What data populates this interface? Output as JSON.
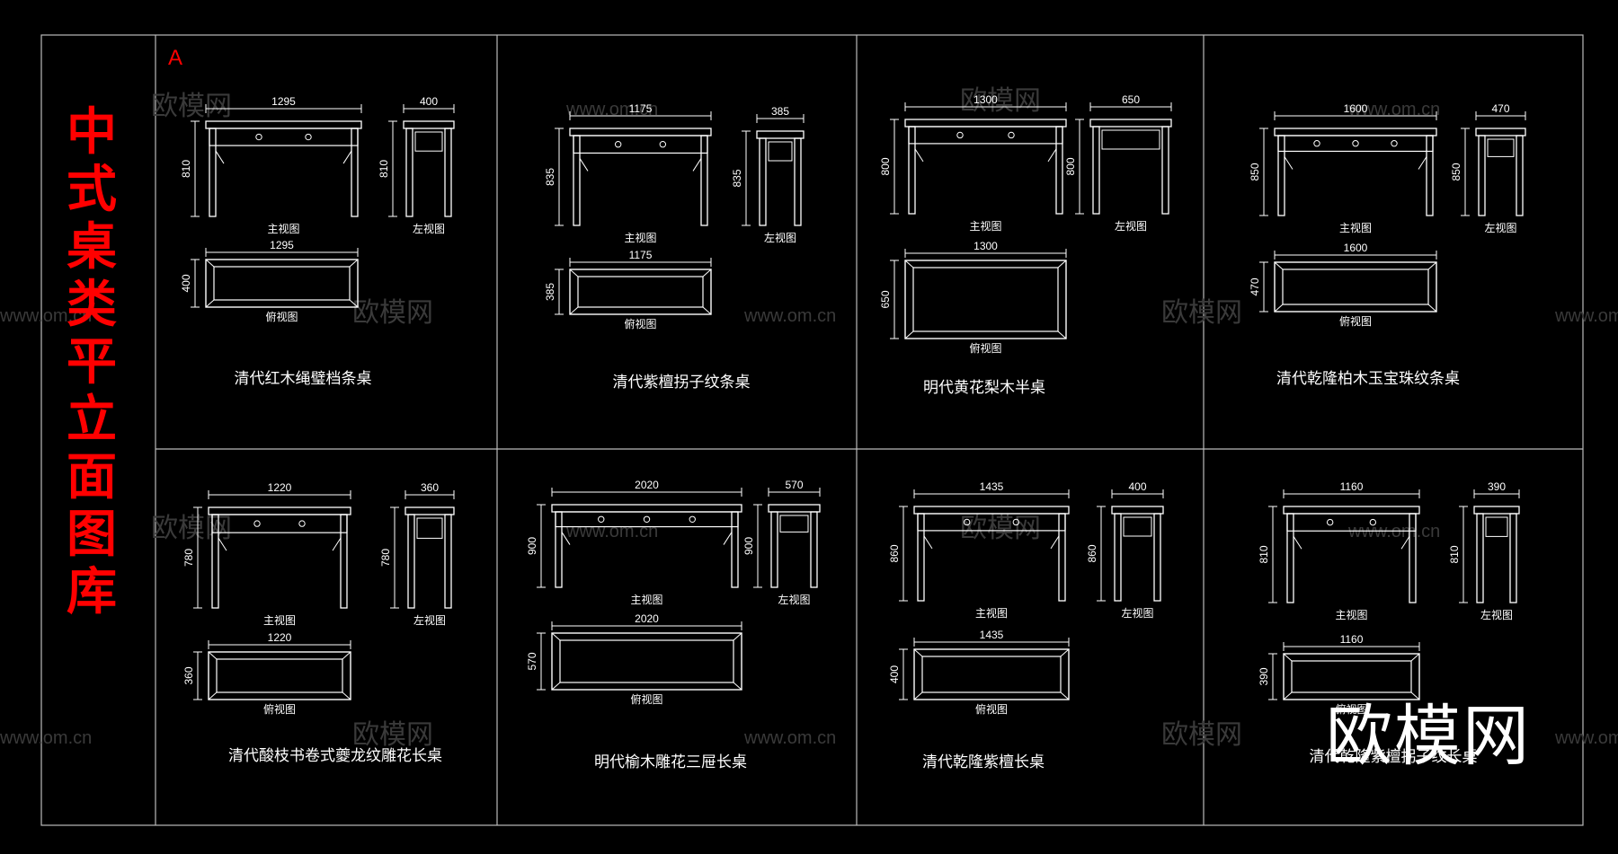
{
  "sheet": {
    "title_chars": [
      "中",
      "式",
      "桌",
      "类",
      "平",
      "立",
      "面",
      "图",
      "库"
    ],
    "corner_mark": "A",
    "line_color": "#ffffff",
    "title_color": "#ff0000",
    "watermark_big": "欧模网",
    "watermark_small": [
      "欧模网",
      "www.om.cn"
    ]
  },
  "view_labels": {
    "main": "主视图",
    "left": "左视图",
    "top": "俯视图"
  },
  "tables": [
    {
      "name": "清代红木绳璧档条桌",
      "width": "1295",
      "depth": "400",
      "height": "810",
      "top_w": "1295",
      "top_d": "400"
    },
    {
      "name": "清代紫檀拐子纹条桌",
      "width": "1175",
      "depth": "385",
      "height": "835",
      "top_w": "1175",
      "top_d": "385"
    },
    {
      "name": "明代黄花梨木半桌",
      "width": "1300",
      "depth": "650",
      "height": "800",
      "top_w": "1300",
      "top_d": "650"
    },
    {
      "name": "清代乾隆柏木玉宝珠纹条桌",
      "width": "1600",
      "depth": "470",
      "height": "850",
      "top_w": "1600",
      "top_d": "470"
    },
    {
      "name": "清代酸枝书卷式夔龙纹雕花长桌",
      "width": "1220",
      "depth": "360",
      "height": "780",
      "top_w": "1220",
      "top_d": "360"
    },
    {
      "name": "明代榆木雕花三屉长桌",
      "width": "2020",
      "depth": "570",
      "height": "900",
      "top_w": "2020",
      "top_d": "570"
    },
    {
      "name": "清代乾隆紫檀长桌",
      "width": "1435",
      "depth": "400",
      "height": "860",
      "top_w": "1435",
      "top_d": "400"
    },
    {
      "name": "清代乾隆紫檀拐子纹长桌",
      "width": "1160",
      "depth": "390",
      "height": "810",
      "top_w": "1160",
      "top_d": "390"
    }
  ]
}
